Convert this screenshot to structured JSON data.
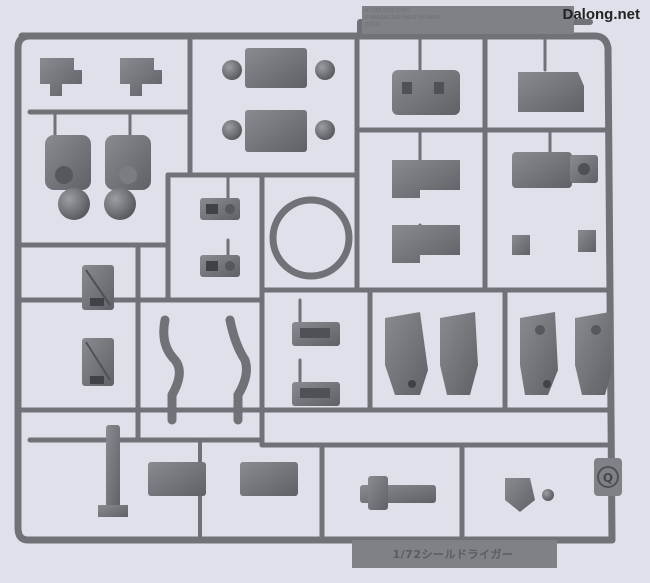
{
  "watermark": "Dalong.net",
  "sprue_label": "1/72シールドライガー",
  "sprue_letter": "Q",
  "copyright_lines": [
    "© 1983-2002 TOMY",
    "© BANDAI 2002 MADE IN JAPAN",
    "ZOIDS"
  ],
  "colors": {
    "background": "#dfe1ea",
    "plastic": "#6f7276",
    "plastic_highlight": "#8e9195",
    "plastic_shadow": "#4e5155"
  }
}
